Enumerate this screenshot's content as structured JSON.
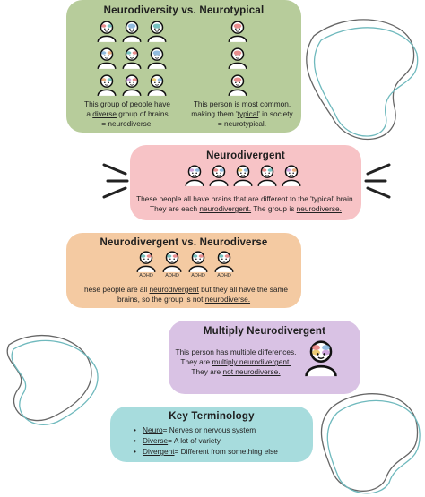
{
  "card1": {
    "title": "Neurodiversity vs. Neurotypical",
    "left_text": [
      "This group of people have",
      "a ",
      "diverse",
      " group of brains",
      "= neurodiverse."
    ],
    "right_text": [
      "This person is most common,",
      "making them '",
      "typical",
      "' in society",
      "= neurotypical."
    ]
  },
  "card2": {
    "title": "Neurodivergent",
    "line1": "These people all have brains that are different to the 'typical' brain.",
    "line2_a": "They are each ",
    "line2_u1": "neurodivergent.",
    "line2_b": " The group is ",
    "line2_u2": "neurodiverse."
  },
  "card3": {
    "title": "Neurodivergent vs. Neurodiverse",
    "labels": [
      "ADHD",
      "ADHD",
      "ADHD",
      "ADHD"
    ],
    "line1_a": "These people are all ",
    "line1_u": "neurodivergent",
    "line1_b": " but they all have the same",
    "line2_a": "brains, so the group is not ",
    "line2_u": "neurodiverse."
  },
  "card4": {
    "title": "Multiply Neurodivergent",
    "line1": "This person has multiple differences.",
    "line2_a": "They are ",
    "line2_u": "multiply neurodivergent.",
    "line3_a": "They are ",
    "line3_u": "not neurodiverse."
  },
  "card5": {
    "title": "Key Terminology",
    "terms": [
      {
        "word": "Neuro",
        "def": " = Nerves or nervous system"
      },
      {
        "word": "Diverse",
        "def": " = A lot of variety"
      },
      {
        "word": "Divergent",
        "def": " = Different from something else"
      }
    ]
  },
  "colors": {
    "card1": "#b7cc9b",
    "card2": "#f7c3c6",
    "card3": "#f4caa2",
    "card4": "#d9c2e4",
    "card5": "#a7dcdd"
  }
}
